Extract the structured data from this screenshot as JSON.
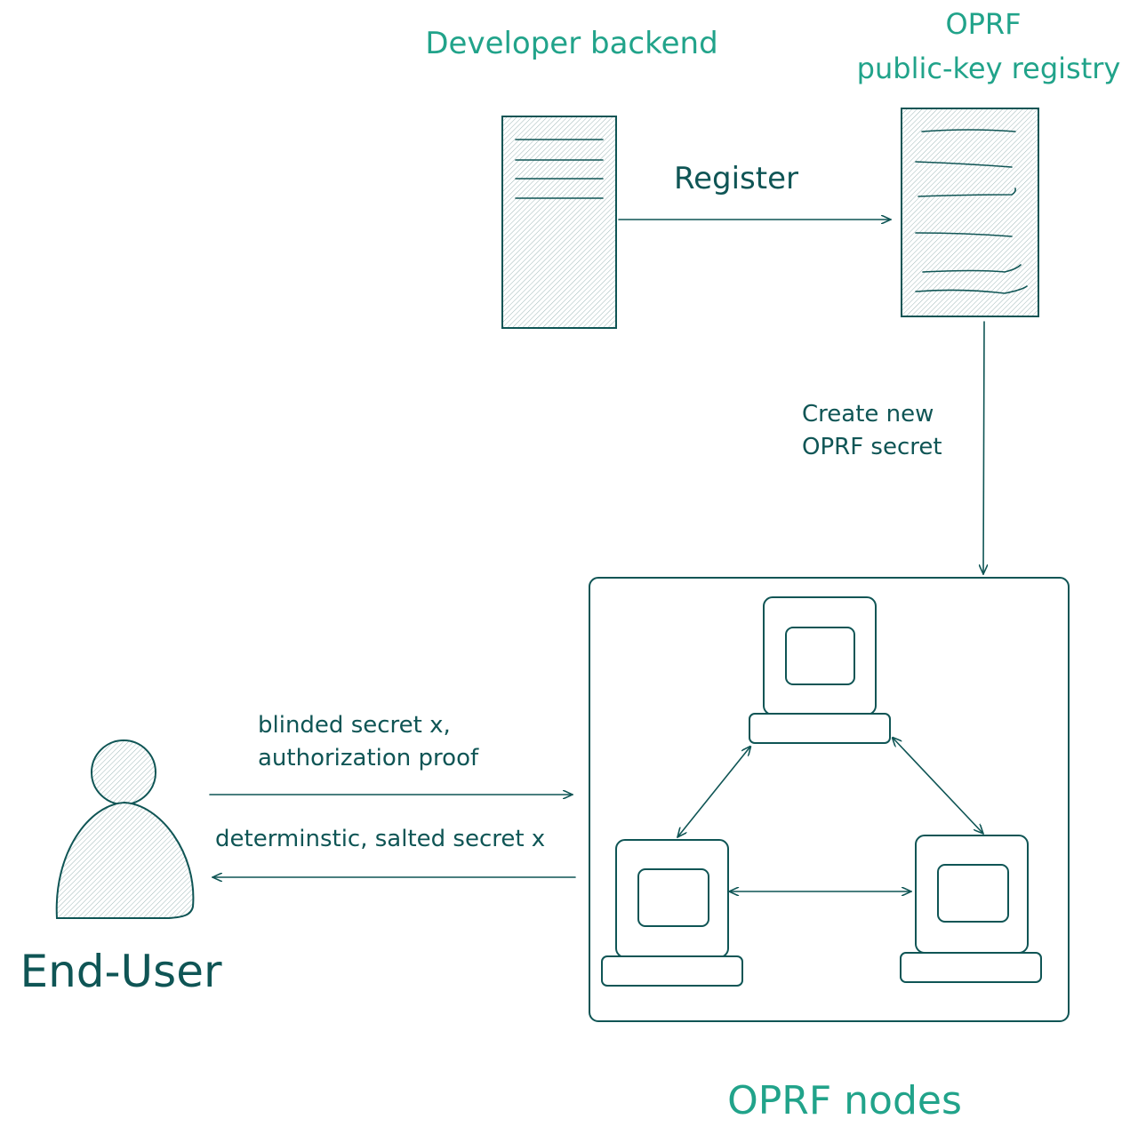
{
  "developer_backend": {
    "label": "Developer backend"
  },
  "registry": {
    "label_line1": "OPRF",
    "label_line2": "public-key registry"
  },
  "register_arrow": {
    "label": "Register"
  },
  "create_secret_arrow": {
    "label_line1": "Create new",
    "label_line2": "OPRF secret"
  },
  "oprf_nodes": {
    "label": "OPRF nodes"
  },
  "end_user": {
    "label": "End-User"
  },
  "request_arrow": {
    "label_line1": "blinded secret x,",
    "label_line2": "authorization proof"
  },
  "response_arrow": {
    "label": "determinstic, salted secret x"
  },
  "colors": {
    "accent": "#21a38a",
    "ink": "#0f5555"
  },
  "icons": [
    "server-icon",
    "document-icon",
    "computer-icon",
    "user-icon"
  ]
}
